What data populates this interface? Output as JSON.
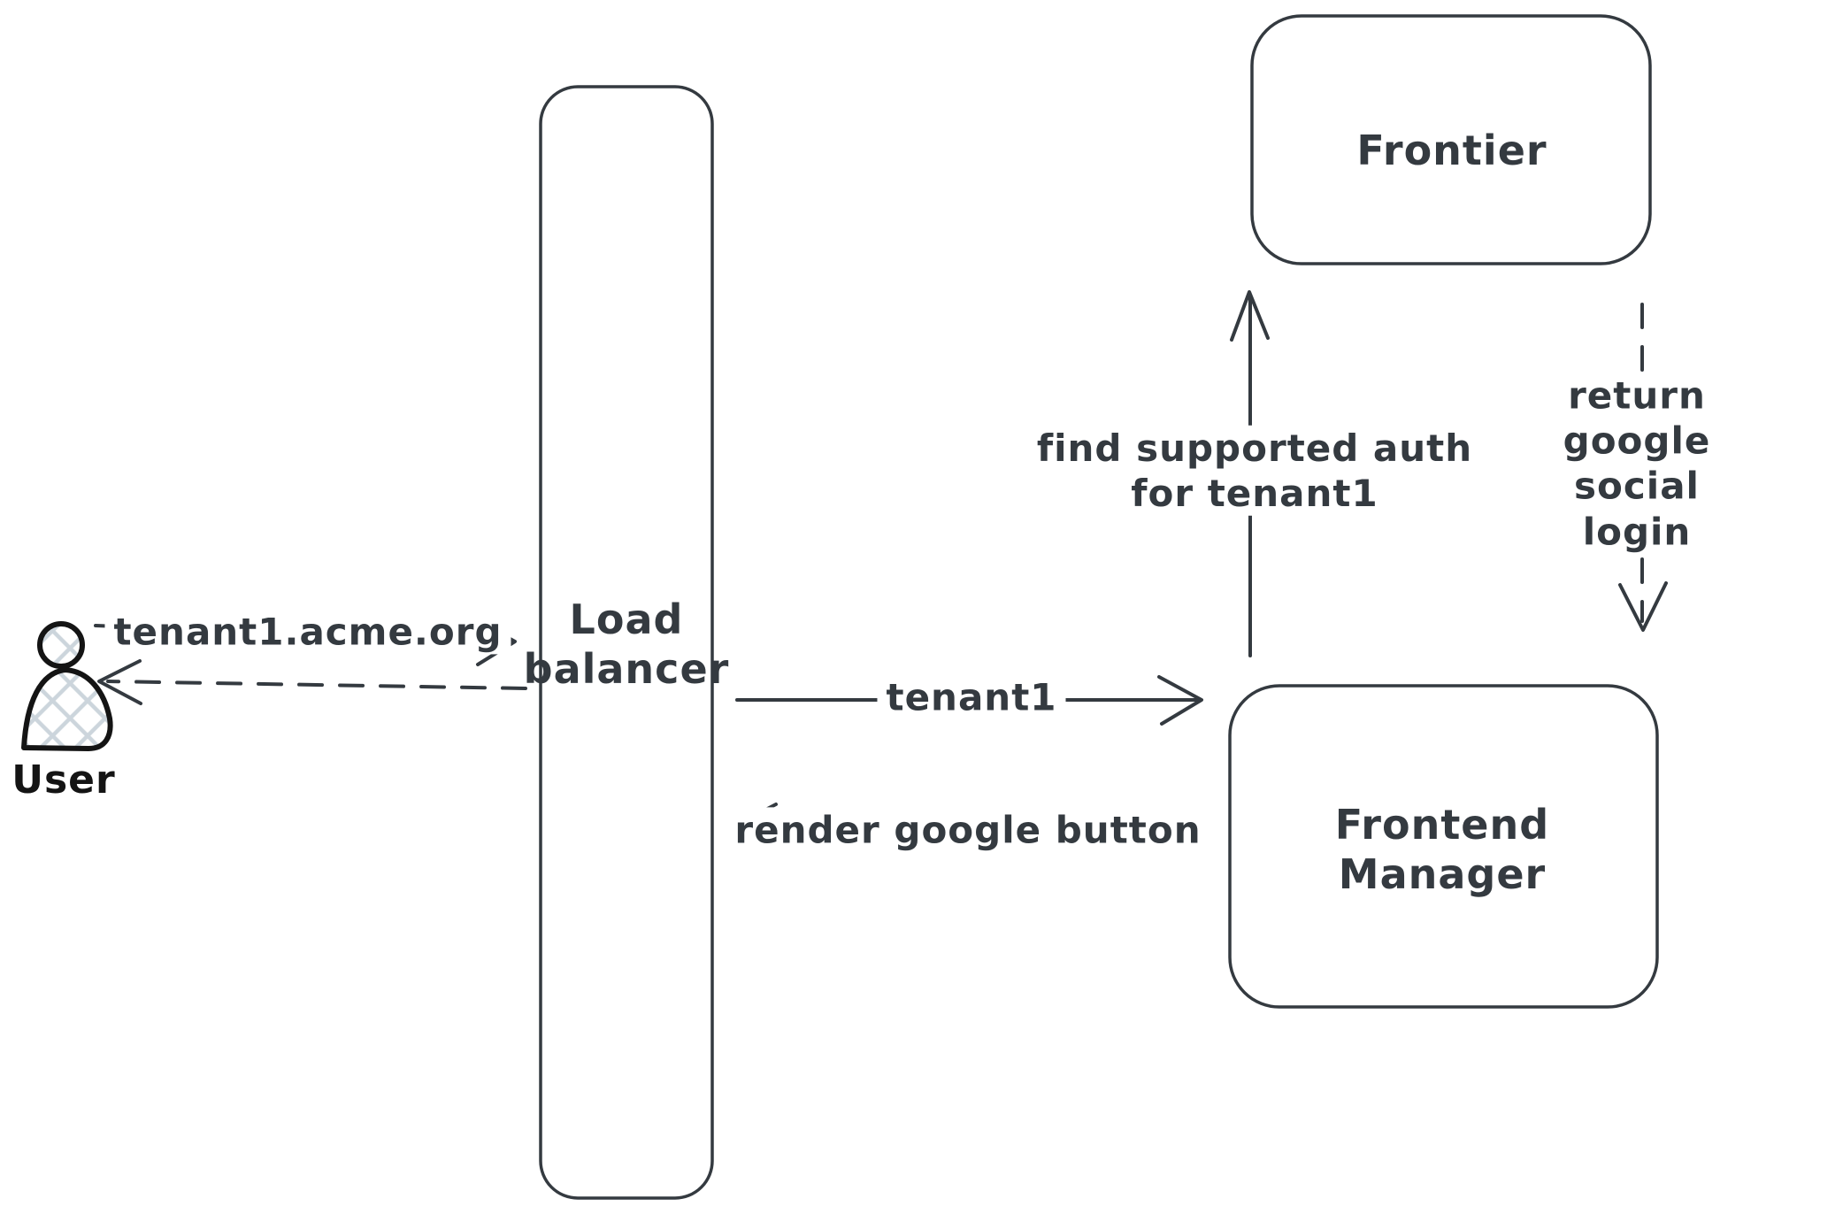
{
  "diagram": {
    "nodes": {
      "user": {
        "label": "User",
        "type": "actor"
      },
      "load_balancer": {
        "label": "Load\nbalancer",
        "type": "box"
      },
      "frontier": {
        "label": "Frontier",
        "type": "box"
      },
      "frontend_manager": {
        "label": "Frontend\nManager",
        "type": "box"
      }
    },
    "edges": [
      {
        "id": "user-to-lb",
        "from": "user",
        "to": "load_balancer",
        "label": "tenant1.acme.org",
        "line": "solid",
        "arrow": "right"
      },
      {
        "id": "lb-to-user",
        "from": "load_balancer",
        "to": "user",
        "label": "",
        "line": "dashed",
        "arrow": "left"
      },
      {
        "id": "lb-to-fm",
        "from": "load_balancer",
        "to": "frontend_manager",
        "label": "tenant1",
        "line": "solid",
        "arrow": "right"
      },
      {
        "id": "fm-to-lb",
        "from": "frontend_manager",
        "to": "load_balancer",
        "label": "render google button",
        "line": "dashed",
        "arrow": "left"
      },
      {
        "id": "fm-to-frontier",
        "from": "frontend_manager",
        "to": "frontier",
        "label": "find supported auth\nfor tenant1",
        "line": "solid",
        "arrow": "up"
      },
      {
        "id": "frontier-to-fm",
        "from": "frontier",
        "to": "frontend_manager",
        "label": "return google social\nlogin",
        "line": "dashed",
        "arrow": "down"
      }
    ],
    "colors": {
      "stroke": "#343a40",
      "actor_stroke": "#141414",
      "actor_hatch_fill": "#ccd5dc",
      "background": "#ffffff"
    }
  }
}
